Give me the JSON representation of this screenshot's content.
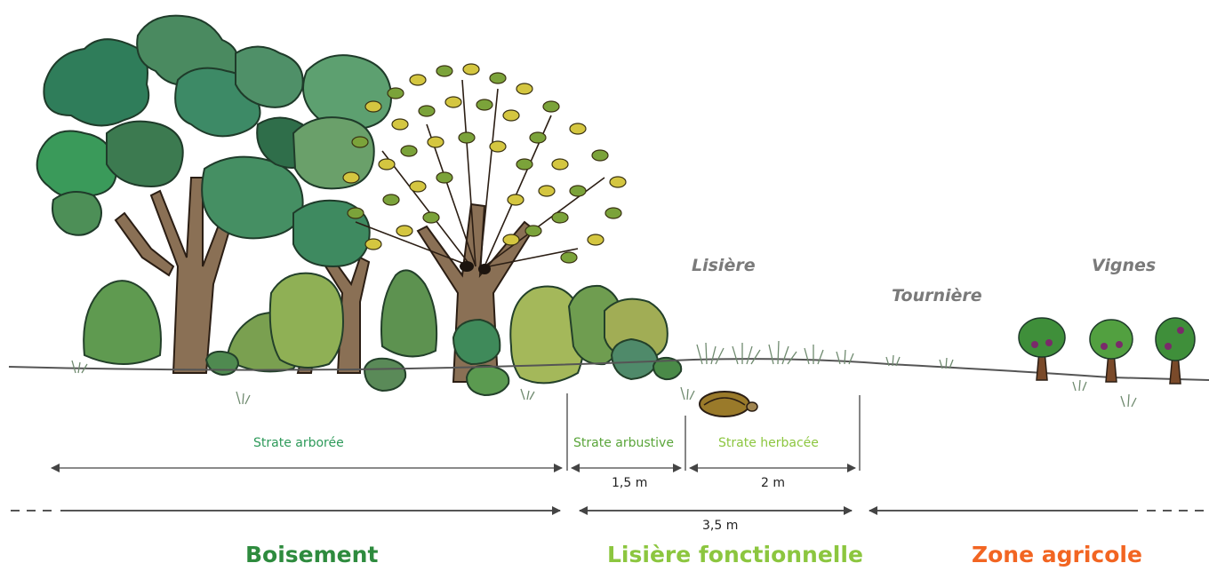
{
  "zones": {
    "lisiere": "Lisière",
    "tourniere": "Tournière",
    "vignes": "Vignes"
  },
  "strata": {
    "arboree": "Strate arborée",
    "arbustive": "Strate arbustive",
    "herbacee": "Strate herbacée"
  },
  "measures": {
    "arbustive": "1,5 m",
    "herbacee": "2 m",
    "total": "3,5 m"
  },
  "sections": {
    "boisement": "Boisement",
    "lisiere_fonctionnelle": "Lisière fonctionnelle",
    "zone_agricole": "Zone agricole"
  },
  "colors": {
    "boisement": "#2e8b3e",
    "lisiere": "#8cc63f",
    "agricole": "#f26522",
    "strate_arboree": "#2e9a5a",
    "strate_arbustive": "#8cc63f",
    "strate_herbacee": "#8cc63f",
    "ground_line": "#555555"
  }
}
